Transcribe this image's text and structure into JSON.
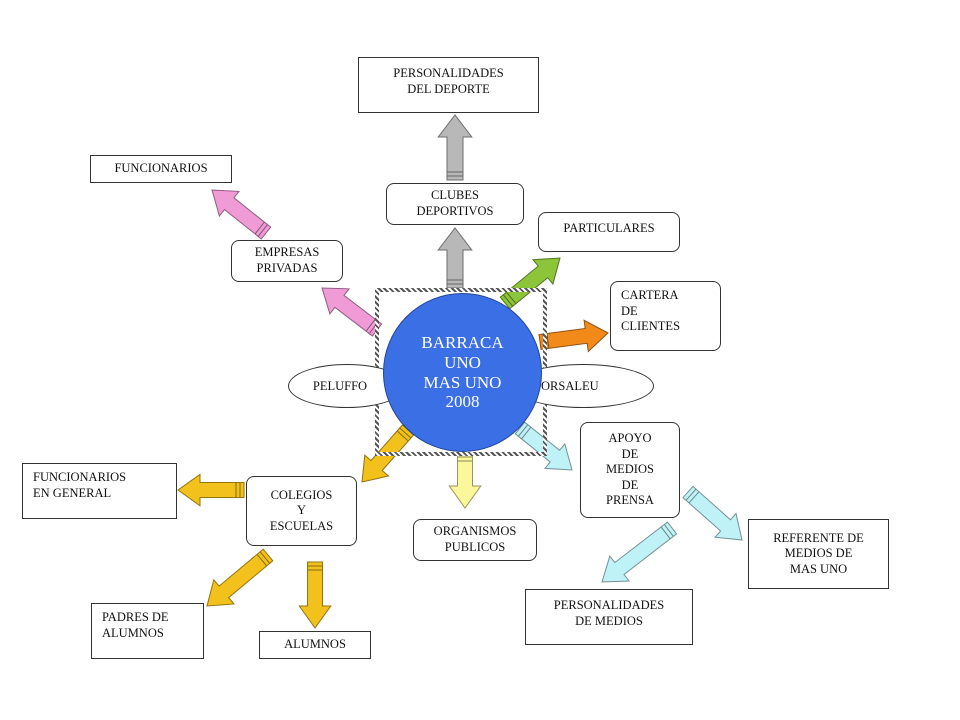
{
  "colors": {
    "hub": "#3b6fe6",
    "arrow_gray": "#b8b8b8",
    "arrow_pink": "#f09ad6",
    "arrow_green": "#8cc43a",
    "arrow_orange": "#f28a1a",
    "arrow_lightblue": "#bff2f6",
    "arrow_yellow": "#f3c11c",
    "arrow_paleyellow": "#fbf79a"
  },
  "hub": {
    "line1": "BARRACA",
    "line2": "UNO",
    "line3": "MAS UNO",
    "line4": "2008"
  },
  "ellipses": {
    "left": "PELUFFO",
    "right": "ORSALEU"
  },
  "nodes": {
    "personalidades_deporte": "PERSONALIDADES\nDEL DEPORTE",
    "clubes_deportivos": "CLUBES\nDEPORTIVOS",
    "funcionarios": "FUNCIONARIOS",
    "empresas_privadas": "EMPRESAS\nPRIVADAS",
    "particulares": "PARTICULARES",
    "cartera_clientes": "CARTERA\nDE\nCLIENTES",
    "apoyo_medios": "APOYO\nDE\nMEDIOS\nDE\nPRENSA",
    "referente_medios": "REFERENTE DE\nMEDIOS DE\nMAS UNO",
    "personalidades_medios": "PERSONALIDADES\nDE MEDIOS",
    "organismos_publicos": "ORGANISMOS\nPUBLICOS",
    "colegios_escuelas": "COLEGIOS\nY\nESCUELAS",
    "funcionarios_general": "FUNCIONARIOS\nEN GENERAL",
    "padres_alumnos": "PADRES DE\nALUMNOS",
    "alumnos": "ALUMNOS"
  }
}
